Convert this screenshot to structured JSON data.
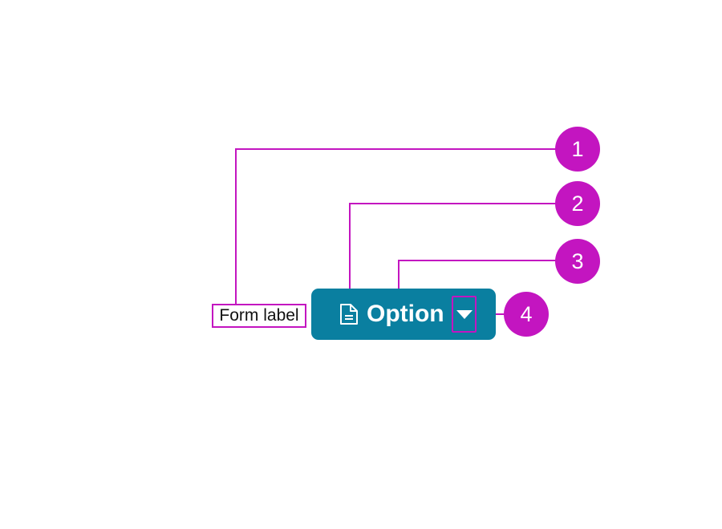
{
  "form_label": "Form label",
  "button": {
    "label": "Option",
    "icon": "document-icon",
    "caret_icon": "caret-down-icon",
    "color": "#0a7fa0"
  },
  "annotations": {
    "color": "#c315c0",
    "badges": [
      "1",
      "2",
      "3",
      "4"
    ]
  }
}
